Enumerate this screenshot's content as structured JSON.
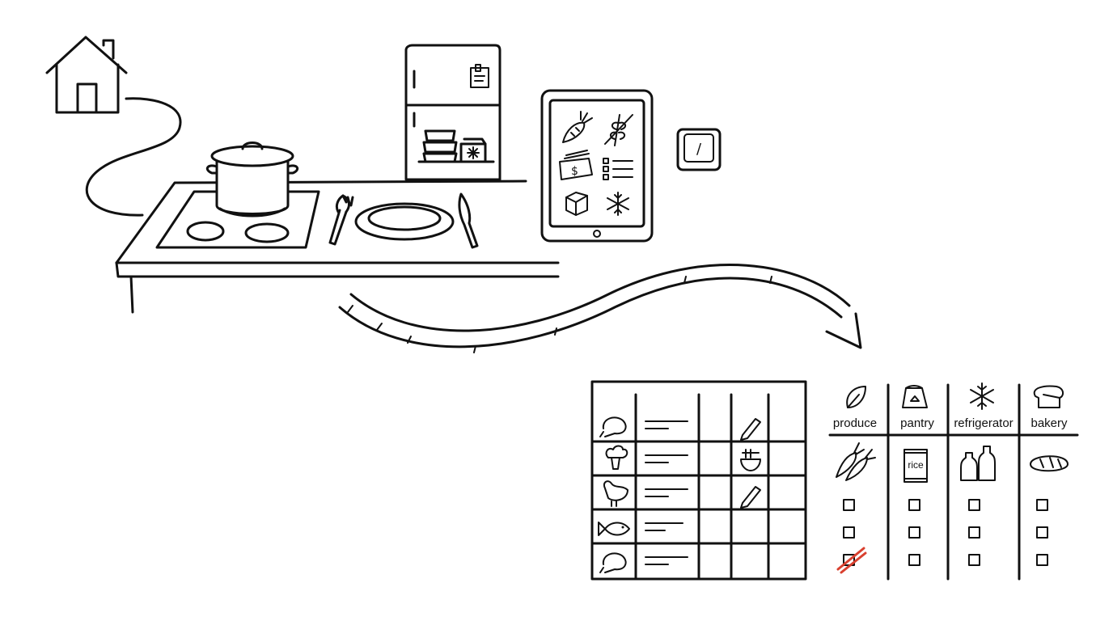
{
  "categories": [
    {
      "key": "produce",
      "label": "produce",
      "icon": "leaf-icon",
      "item_icon": "carrots-icon"
    },
    {
      "key": "pantry",
      "label": "pantry",
      "icon": "flour-bag-icon",
      "item_icon": "rice-bag-icon"
    },
    {
      "key": "refrigerator",
      "label": "refrigerator",
      "icon": "snowflake-icon",
      "item_icon": "milk-bottles-icon"
    },
    {
      "key": "bakery",
      "label": "bakery",
      "icon": "bread-loaf-icon",
      "item_icon": "bread-icon"
    }
  ],
  "rice_bag_label": "rice",
  "meal_plan_rows": [
    {
      "icon": "chicken-leg-icon",
      "mark": "pencil-icon"
    },
    {
      "icon": "broccoli-icon",
      "mark": "noodle-bowl-icon"
    },
    {
      "icon": "hen-icon",
      "mark": "pencil-icon"
    },
    {
      "icon": "fish-icon",
      "mark": ""
    },
    {
      "icon": "chicken-leg-icon",
      "mark": ""
    }
  ],
  "tablet_icons": [
    "carrot-icon",
    "no-wheat-icon",
    "money-icon",
    "checklist-icon",
    "ice-cube-icon",
    "snowflake-icon"
  ],
  "key_cap_glyph": "/",
  "accent_color": "#d9402f"
}
